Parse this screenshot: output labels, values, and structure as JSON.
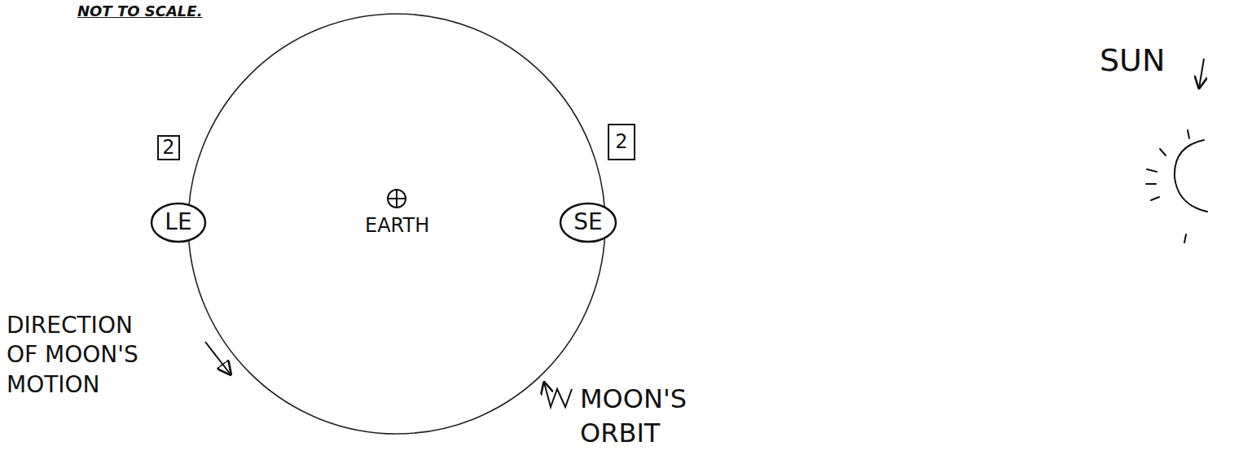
{
  "diagram": {
    "nodes": [
      {
        "text": [
          "2"
        ]
      },
      {
        "text": [
          "2"
        ]
      },
      {
        "text": [
          "LE"
        ]
      },
      {
        "text": [
          "SE"
        ]
      }
    ],
    "labels": [
      "NOT TO SCALE.",
      "EARTH",
      "SUN",
      "DIRECTION OF MOON'S MOTION",
      "MOON'S ORBIT"
    ]
  }
}
